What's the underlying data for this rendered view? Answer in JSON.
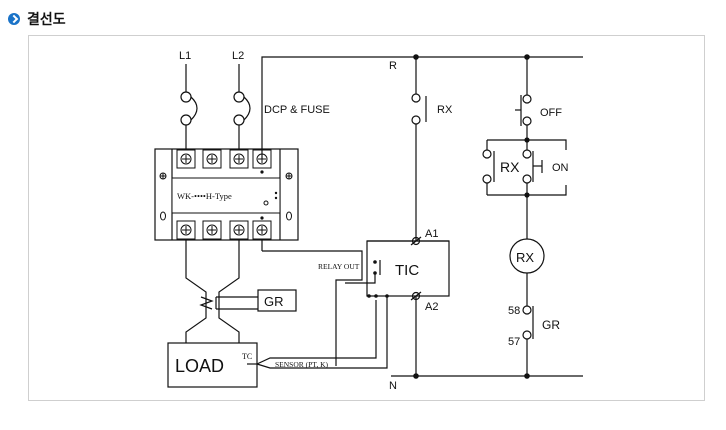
{
  "header": {
    "title": "결선도"
  },
  "diagram": {
    "labels": {
      "l1": "L1",
      "l2": "L2",
      "dcp_fuse": "DCP & FUSE",
      "r": "R",
      "n": "N",
      "rx_contact": "RX",
      "off": "OFF",
      "rx_hold": "RX",
      "on": "ON",
      "rx_coil": "RX",
      "gr_terminal_58": "58",
      "gr_terminal_57": "57",
      "gr_right": "GR",
      "ssr_model": "WK-••••H-Type",
      "gr_box": "GR",
      "load": "LOAD",
      "tc": "TC",
      "sensor": "SENSOR (PT, K)",
      "relay_out": "RELAY OUT",
      "tic": "TIC",
      "a1": "A1",
      "a2": "A2"
    }
  }
}
